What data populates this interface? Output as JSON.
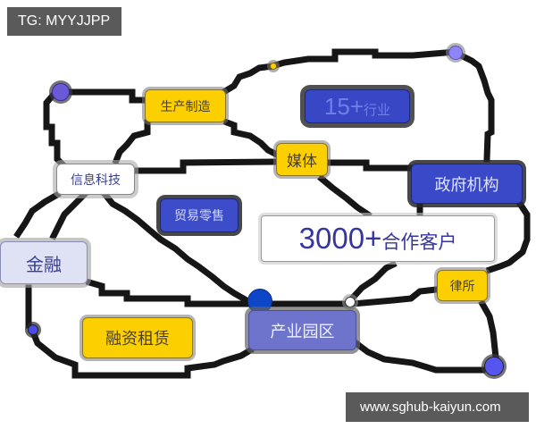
{
  "watermark_top": "TG: MYYJJPP",
  "watermark_bottom": "www.sghub-kaiyun.com",
  "nodes": {
    "manufacturing": "生产制造",
    "industries_number": "15+",
    "industries_label": "行业",
    "media": "媒体",
    "it": "信息科技",
    "government": "政府机构",
    "trade_retail": "贸易零售",
    "clients_number": "3000+",
    "clients_label": "合作客户",
    "finance": "金融",
    "law_firm": "律所",
    "leasing": "融资租赁",
    "industrial_park": "产业园区"
  },
  "colors": {
    "yellow": "#fcd000",
    "blue": "#3a49c8",
    "periwinkle": "#6e74cc",
    "lavender": "#dfe1f5",
    "line": "#111111"
  }
}
